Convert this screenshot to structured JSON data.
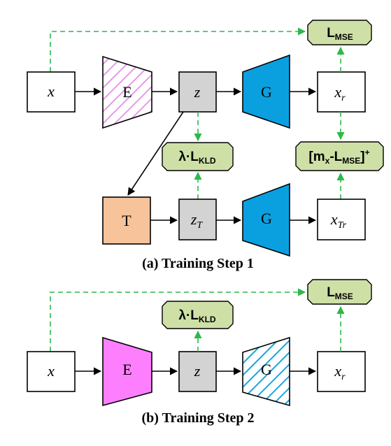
{
  "colors": {
    "encoder_pattern": "#e79be7",
    "encoder_solid": "#fe7ffe",
    "generator_solid": "#0aa0e0",
    "generator_pattern": "#17a6e0",
    "transform": "#f6c39b",
    "latent": "#d3d3d3",
    "loss_fill": "#cfe0a7",
    "dashed": "#2db84a"
  },
  "step1": {
    "x_label": "x",
    "encoder_label": "E",
    "z_label": "z",
    "generator_label": "G",
    "xr_main": "x",
    "xr_sub": "r",
    "transform_label": "T",
    "zt_main": "z",
    "zt_sub": "T",
    "generator2_label": "G",
    "xtr_main": "x",
    "xtr_sub": "Tr",
    "loss_mse_main": "L",
    "loss_mse_sub": "MSE",
    "loss_kld_prefix": "λ·L",
    "loss_kld_sub": "KLD",
    "loss_margin_open": "[m",
    "loss_margin_msub": "x",
    "loss_margin_mid": "-L",
    "loss_margin_sub": "MSE",
    "loss_margin_close": "]",
    "loss_margin_sup": "+",
    "caption": "(a) Training Step 1"
  },
  "step2": {
    "x_label": "x",
    "encoder_label": "E",
    "z_label": "z",
    "generator_label": "G",
    "xr_main": "x",
    "xr_sub": "r",
    "loss_mse_main": "L",
    "loss_mse_sub": "MSE",
    "loss_kld_prefix": "λ·L",
    "loss_kld_sub": "KLD",
    "caption": "(b) Training Step 2"
  }
}
